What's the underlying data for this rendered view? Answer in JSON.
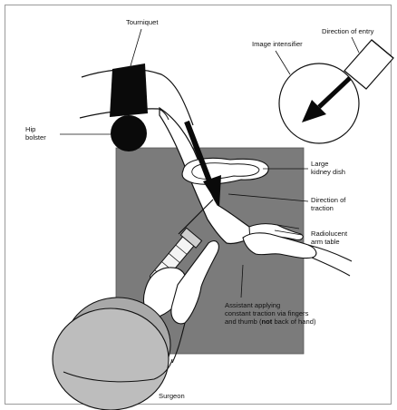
{
  "labels": {
    "tourniquet": "Tourniquet",
    "image_intensifier": "Image intensifier",
    "direction_of_entry": "Direction of entry",
    "hip_bolster_line1": "Hip",
    "hip_bolster_line2": "bolster",
    "kidney_dish_line1": "Large",
    "kidney_dish_line2": "kidney dish",
    "traction_line1": "Direction of",
    "traction_line2": "traction",
    "arm_table_line1": "Radiolucent",
    "arm_table_line2": "arm table",
    "assistant_line1": "Assistant applying",
    "assistant_line2": "constant traction via fingers",
    "assistant_line3_pre": "and thumb (",
    "assistant_line3_bold": "not",
    "assistant_line3_post": " back of hand)",
    "surgeon": "Surgeon"
  },
  "colors": {
    "arm_table": "#7b7b7b",
    "tourniquet": "#0a0a0a",
    "head_back": "#a9a9a9",
    "head_front": "#bdbdbd",
    "outline": "#111111"
  }
}
